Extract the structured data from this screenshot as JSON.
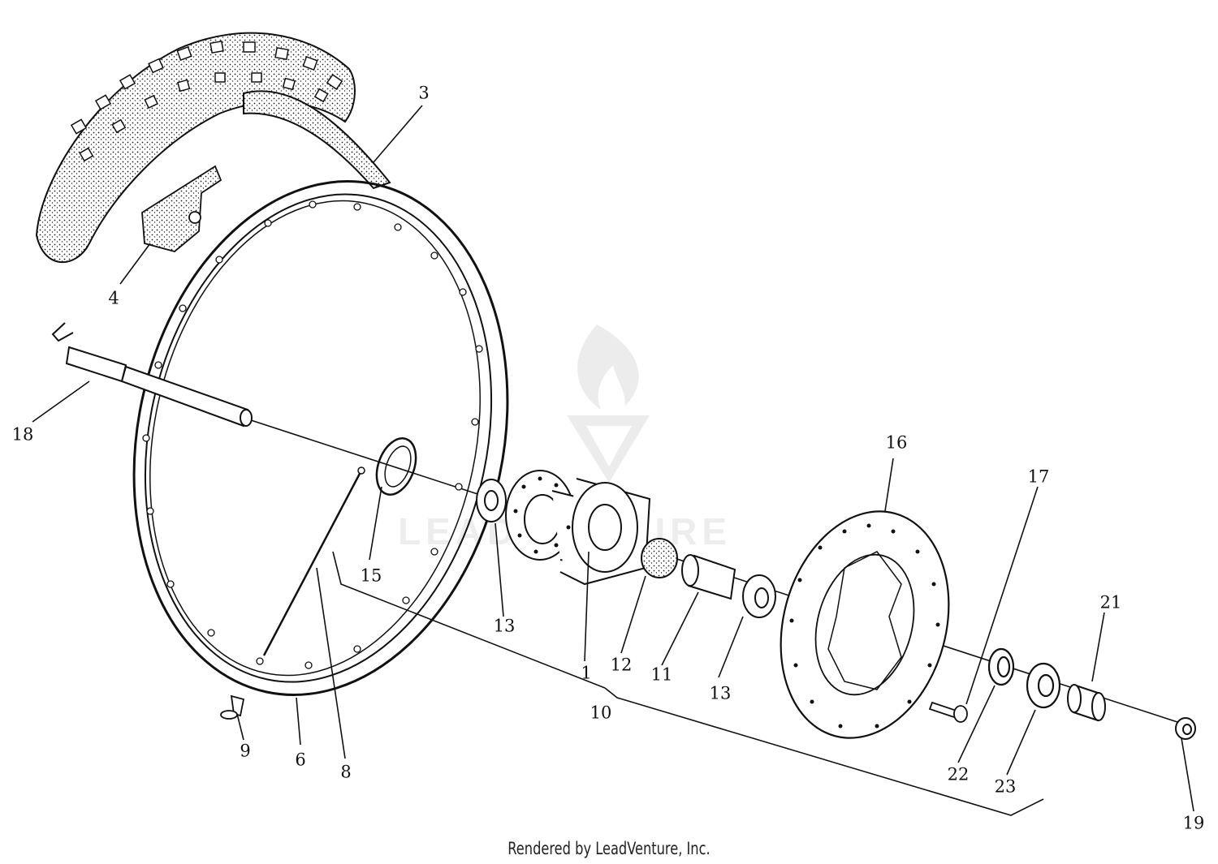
{
  "watermark": {
    "logo_icon": "flame-v-logo-icon",
    "text": "LEADVENTURE",
    "color": "#e6e6e6"
  },
  "colors": {
    "line": "#111111",
    "background": "#ffffff"
  },
  "parts": {
    "tire": "3",
    "rim_strip": "4",
    "rim": "6",
    "spoke": "8",
    "spoke_nipple": "9",
    "hub_assembly": "10",
    "spacer_sleeve": "11",
    "bearing_spacer": "12",
    "bearing_left": "13",
    "bearing_right": "13",
    "seal": "15",
    "brake_disc": "16",
    "disc_bolt": "17",
    "axle": "18",
    "axle_nut": "19",
    "collar": "21",
    "oil_seal": "22",
    "wheel_bearing": "23",
    "hub_body": "1"
  },
  "footer": "Rendered by LeadVenture, Inc."
}
